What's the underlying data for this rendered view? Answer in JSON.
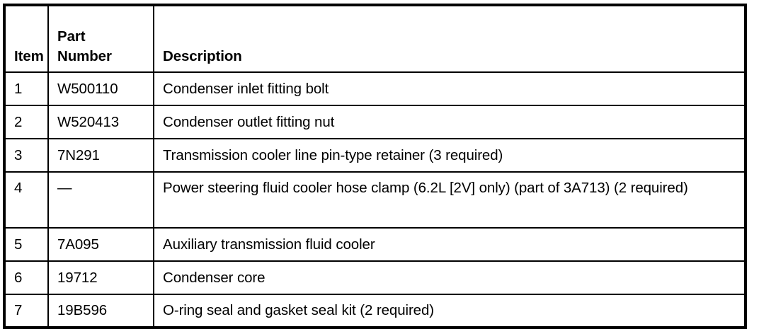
{
  "table": {
    "columns": [
      {
        "key": "item",
        "label": "Item"
      },
      {
        "key": "partno",
        "label_line1": "Part",
        "label_line2": "Number"
      },
      {
        "key": "desc",
        "label": "Description"
      }
    ],
    "rows": [
      {
        "item": "1",
        "part_number": "W500110",
        "description": "Condenser inlet fitting bolt"
      },
      {
        "item": "2",
        "part_number": "W520413",
        "description": "Condenser outlet fitting nut"
      },
      {
        "item": "3",
        "part_number": "7N291",
        "description": "Transmission cooler line pin-type retainer (3 required)"
      },
      {
        "item": "4",
        "part_number": "—",
        "description": "Power steering fluid cooler hose clamp (6.2L [2V] only) (part of 3A713) (2 required)"
      },
      {
        "item": "5",
        "part_number": "7A095",
        "description": "Auxiliary transmission fluid cooler"
      },
      {
        "item": "6",
        "part_number": "19712",
        "description": "Condenser core"
      },
      {
        "item": "7",
        "part_number": "19B596",
        "description": "O-ring seal and gasket seal kit (2 required)"
      }
    ]
  },
  "colors": {
    "border": "#000000",
    "text": "#000000",
    "background": "#ffffff"
  }
}
